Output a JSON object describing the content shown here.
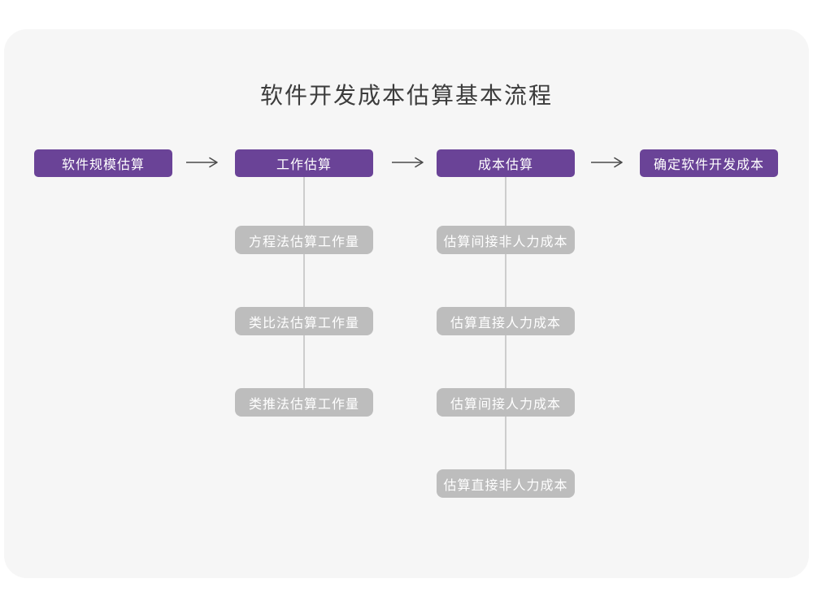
{
  "title": "软件开发成本估算基本流程",
  "flow": {
    "steps": [
      {
        "label": "软件规模估算"
      },
      {
        "label": "工作估算"
      },
      {
        "label": "成本估算"
      },
      {
        "label": "确定软件开发成本"
      }
    ]
  },
  "work_substeps": [
    "方程法估算工作量",
    "类比法估算工作量",
    "类推法估算工作量"
  ],
  "cost_substeps": [
    "估算间接非人力成本",
    "估算直接人力成本",
    "估算间接人力成本",
    "估算直接非人力成本"
  ],
  "colors": {
    "primary_node": "#6a4397",
    "secondary_node": "#bdbdbd",
    "card_background": "#f6f6f6",
    "page_background": "#ffffff",
    "connector_line": "#cdcdcd",
    "arrow": "#4a4a4a",
    "title_text": "#3c3c3c",
    "node_text": "#ffffff"
  }
}
